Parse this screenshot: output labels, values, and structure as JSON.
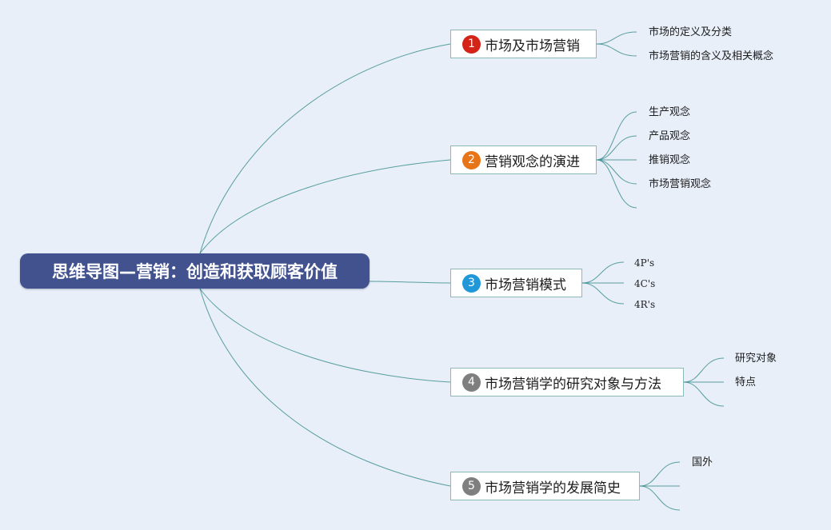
{
  "root": {
    "label": "思维导图—营销：创造和获取顾客价值"
  },
  "branches": [
    {
      "num": "1",
      "label": "市场及市场营销",
      "badge_color": "#d42418",
      "leaves": [
        "市场的定义及分类",
        "市场营销的含义及相关概念"
      ]
    },
    {
      "num": "2",
      "label": "营销观念的演进",
      "badge_color": "#e87418",
      "leaves": [
        "生产观念",
        "产品观念",
        "推销观念",
        "市场营销观念",
        ""
      ]
    },
    {
      "num": "3",
      "label": "市场营销模式",
      "badge_color": "#2097d8",
      "leaves": [
        "4P's",
        "4C's",
        "4R's"
      ]
    },
    {
      "num": "4",
      "label": "市场营销学的研究对象与方法",
      "badge_color": "#7f7f7f",
      "leaves": [
        "研究对象",
        "特点",
        ""
      ]
    },
    {
      "num": "5",
      "label": "市场营销学的发展简史",
      "badge_color": "#7f7f7f",
      "leaves": [
        "国外",
        "",
        ""
      ]
    }
  ],
  "colors": {
    "line": "#3f8f8f",
    "background": "#e8eff9",
    "root_fill": "#41528f"
  }
}
